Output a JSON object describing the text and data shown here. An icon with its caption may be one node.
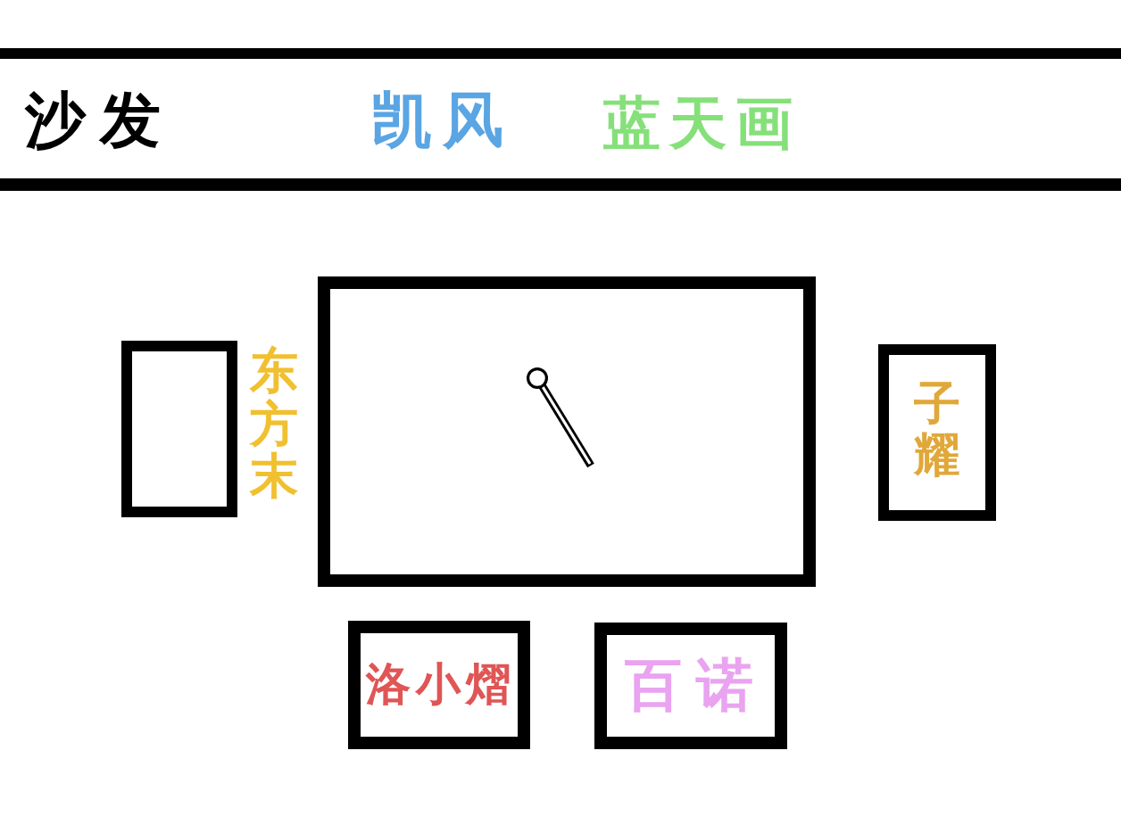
{
  "diagram": {
    "nodes": [
      {
        "text": [
          "沙发",
          "凯风",
          "蓝天画"
        ]
      },
      {
        "text": [],
        "shape": "box"
      },
      {
        "text": [],
        "shape": "box",
        "beside": [
          "东方末"
        ]
      },
      {
        "text": [
          "子耀"
        ]
      },
      {
        "text": [
          "洛小熠"
        ]
      },
      {
        "text": [
          "百诺"
        ]
      }
    ]
  }
}
